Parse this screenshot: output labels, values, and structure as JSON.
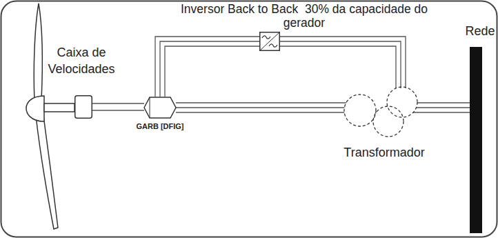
{
  "diagram": {
    "nodes": [
      {
        "text": [
          "Caixa de Velocidades"
        ]
      },
      {
        "text": [
          "GARB [DFIG]"
        ]
      },
      {
        "text": [
          "Inversor Back to Back  30% da capacidade do gerador"
        ]
      },
      {
        "text": [
          "Transformador"
        ]
      },
      {
        "text": [
          "Rede"
        ]
      }
    ],
    "edges": [
      {
        "from": 0,
        "to": 1,
        "arrow": "none"
      },
      {
        "from": 1,
        "to": 2,
        "arrow": "none"
      },
      {
        "from": 2,
        "to": 3,
        "arrow": "none"
      },
      {
        "from": 1,
        "to": 3,
        "arrow": "none"
      },
      {
        "from": 3,
        "to": 4,
        "arrow": "none"
      }
    ]
  }
}
